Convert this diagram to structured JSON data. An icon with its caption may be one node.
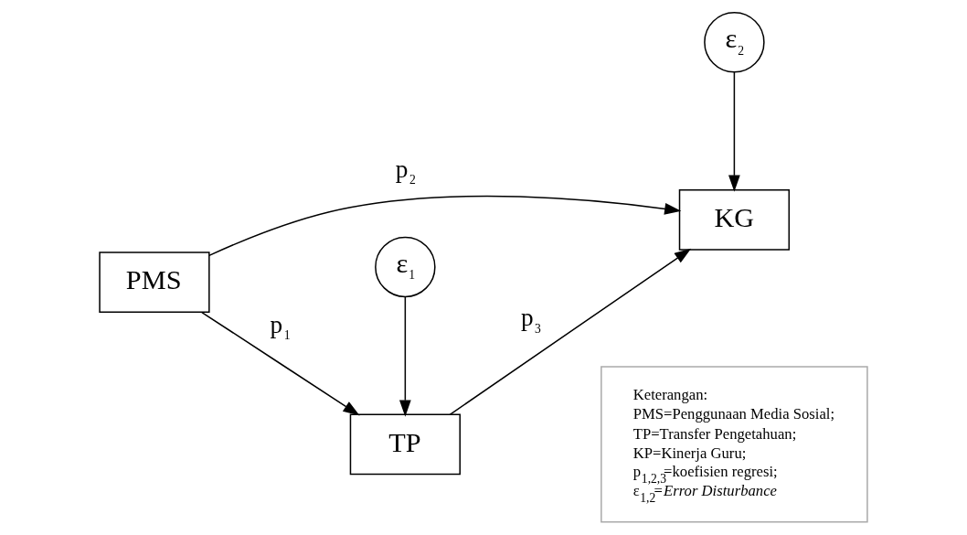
{
  "diagram": {
    "nodes": [
      {
        "text": [
          "PMS"
        ]
      },
      {
        "text": [
          "KG"
        ]
      },
      {
        "text": [
          "TP"
        ]
      },
      {
        "text": [
          "ε$_{1}$"
        ]
      },
      {
        "text": [
          "ε$_{2}$"
        ]
      },
      {
        "text": [
          "Keterangan:",
          "PMS=Penggunaan Media Sosial;",
          "TP=Transfer Pengetahuan;",
          "KP=Kinerja Guru;",
          "p$_{1,2,3}$=koefisien regresi;",
          "ε$_{1,2}$=*Error Disturbance*"
        ]
      }
    ],
    "edges": [
      {
        "from": 0,
        "to": 1,
        "arrow": "to",
        "label": "p$_{2}$"
      },
      {
        "from": 0,
        "to": 2,
        "arrow": "to",
        "label": "p$_{1}$"
      },
      {
        "from": 2,
        "to": 1,
        "arrow": "to",
        "label": "p$_{3}$"
      },
      {
        "from": 3,
        "to": 2,
        "arrow": "to"
      },
      {
        "from": 4,
        "to": 1,
        "arrow": "to"
      }
    ]
  }
}
